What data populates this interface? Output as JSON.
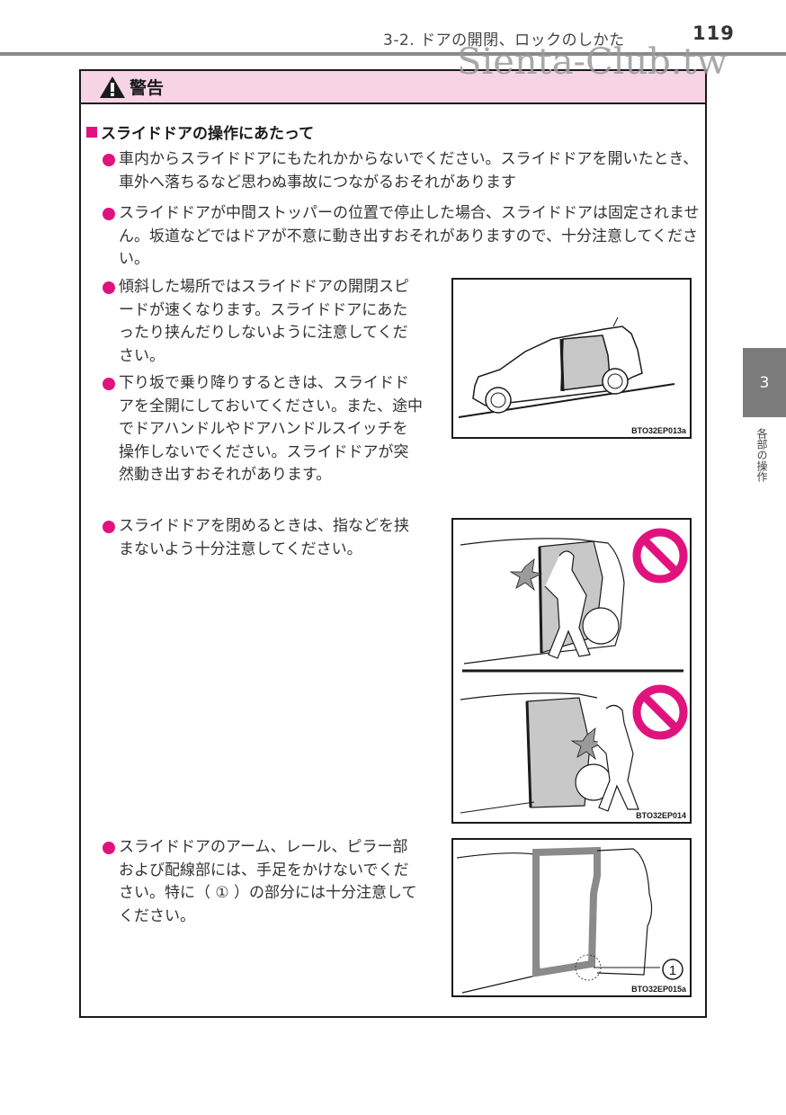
{
  "header": {
    "section_title": "3-2. ドアの開閉、ロックのしかた",
    "page_number": "119",
    "watermark": "Sienta-Club.tw"
  },
  "warning": {
    "icon": "warning-triangle-icon",
    "title": "警告",
    "accent_color": "#e0137e",
    "header_bg": "#f7d4e4",
    "section_heading": "スライドドアの操作にあたって",
    "bullets": [
      "車内からスライドドアにもたれかからないでください。スライドドアを開いたとき、車外へ落ちるなど思わぬ事故につながるおそれがあります",
      "スライドドアが中間ストッパーの位置で停止した場合、スライドドアは固定されません。坂道などではドアが不意に動き出すおそれがありますので、十分注意してください。",
      "傾斜した場所ではスライドドアの開閉スピードが速くなります。スライドドアにあたったり挟んだりしないように注意してください。",
      "下り坂で乗り降りするときは、スライドドアを全開にしておいてください。また、途中でドアハンドルやドアハンドルスイッチを操作しないでください。スライドドアが突然動き出すおそれがあります。",
      "スライドドアを閉めるときは、指などを挟まないよう十分注意してください。",
      "スライドドアのアーム、レール、ピラー部および配線部には、手足をかけないでください。特に（ ① ）の部分には十分注意してください。"
    ]
  },
  "figures": [
    {
      "code": "BTO32EP013a",
      "description": "car on slope with sliding door open"
    },
    {
      "code": "BTO32EP014",
      "description": "two prohibited scenes: finger caught in closing sliding door"
    },
    {
      "code": "BTO32EP015a",
      "description": "sliding door opening with rail part marked",
      "callout": "1"
    }
  ],
  "side_tab": {
    "chapter_number": "3",
    "chapter_label": "各部の操作",
    "color": "#7b7b7b"
  }
}
